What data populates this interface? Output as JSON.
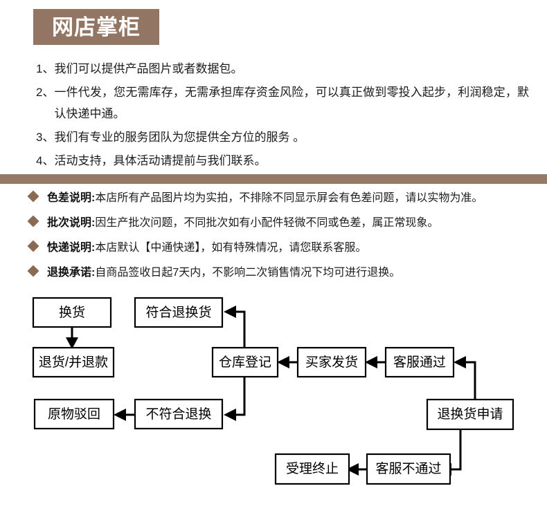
{
  "header": {
    "banner_title": "网店掌柜",
    "banner_bg": "#927563"
  },
  "divider": {
    "color": "#957a68"
  },
  "intro": {
    "items": [
      {
        "num": "1、",
        "text": "我们可以提供产品图片或者数据包。"
      },
      {
        "num": "2、",
        "text": "一件代发，您无需库存，无需承担库存资金风险，可以真正做到零投入起步，利润稳定，默认快递中通。"
      },
      {
        "num": "3、",
        "text": "我们有专业的服务团队为您提供全方位的服务 。"
      },
      {
        "num": "4、",
        "text": "活动支持，具体活动请提前与我们联系。"
      }
    ]
  },
  "notes": {
    "bullet_color": "#8a6a52",
    "items": [
      {
        "label": "色差说明:",
        "text": "本店所有产品图片均为实拍，不排除不同显示屏会有色差问题，请以实物为准。"
      },
      {
        "label": "批次说明:",
        "text": "因生产批次问题，不同批次如有小配件轻微不同或色差，属正常现象。"
      },
      {
        "label": "快递说明:",
        "text": "本店默认【中通快递】，如有特殊情况，请您联系客服。"
      },
      {
        "label": "退换承诺:",
        "text": "自商品签收日起7天内，不影响二次销售情况下均可进行退换。"
      }
    ]
  },
  "flowchart": {
    "nodes": [
      {
        "id": "huanhuo",
        "label": "换货"
      },
      {
        "id": "tuihuo-tuikuan",
        "label": "退货/并退款"
      },
      {
        "id": "fuhe-tuihuanhuo",
        "label": "符合退换货"
      },
      {
        "id": "cangku-dengji",
        "label": "仓库登记"
      },
      {
        "id": "maijia-fahuo",
        "label": "买家发货"
      },
      {
        "id": "kefu-tongguo",
        "label": "客服通过"
      },
      {
        "id": "yuanwu-bohui",
        "label": "原物驳回"
      },
      {
        "id": "bufuhe-tuihuan",
        "label": "不符合退换"
      },
      {
        "id": "tuihuanhuo-shenqing",
        "label": "退换货申请"
      },
      {
        "id": "shouli-zhongzhi",
        "label": "受理终止"
      },
      {
        "id": "kefu-butongguo",
        "label": "客服不通过"
      }
    ]
  }
}
